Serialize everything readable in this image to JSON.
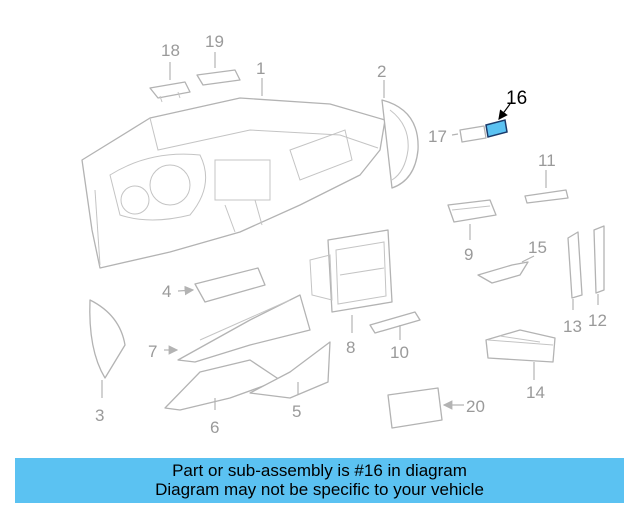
{
  "callouts": [
    "1",
    "2",
    "3",
    "4",
    "5",
    "6",
    "7",
    "8",
    "9",
    "10",
    "11",
    "12",
    "13",
    "14",
    "15",
    "16",
    "17",
    "18",
    "19",
    "20"
  ],
  "highlight": {
    "callout": "16",
    "color": "#5bc2f2",
    "stroke": "#1a3a6a"
  },
  "caption": {
    "line1": "Part or sub-assembly is #16 in diagram",
    "line2": "Diagram may not be specific to your vehicle",
    "background": "#5bc2f2"
  }
}
